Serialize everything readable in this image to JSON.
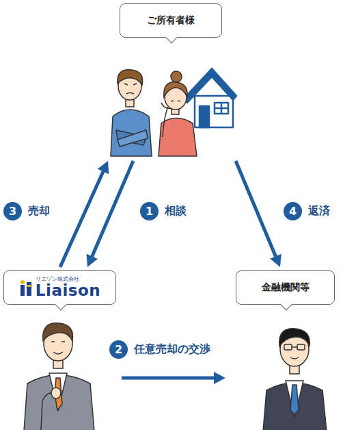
{
  "diagram": {
    "nodes": [
      {
        "text": [
          "ご所有者様"
        ]
      },
      {
        "text": [
          "リエゾン株式会社",
          "Liaison"
        ]
      },
      {
        "text": [
          "金融機関等"
        ]
      }
    ],
    "edges": [
      {
        "from": 1,
        "to": 0,
        "arrow": "to",
        "label": "売却"
      },
      {
        "from": 0,
        "to": 1,
        "arrow": "to",
        "label": "相談"
      },
      {
        "from": 0,
        "to": 2,
        "arrow": "to",
        "label": "返済"
      },
      {
        "from": 1,
        "to": 2,
        "arrow": "to",
        "label": "任意売却の交渉"
      }
    ],
    "labels": [
      "3",
      "1",
      "4",
      "2"
    ]
  }
}
